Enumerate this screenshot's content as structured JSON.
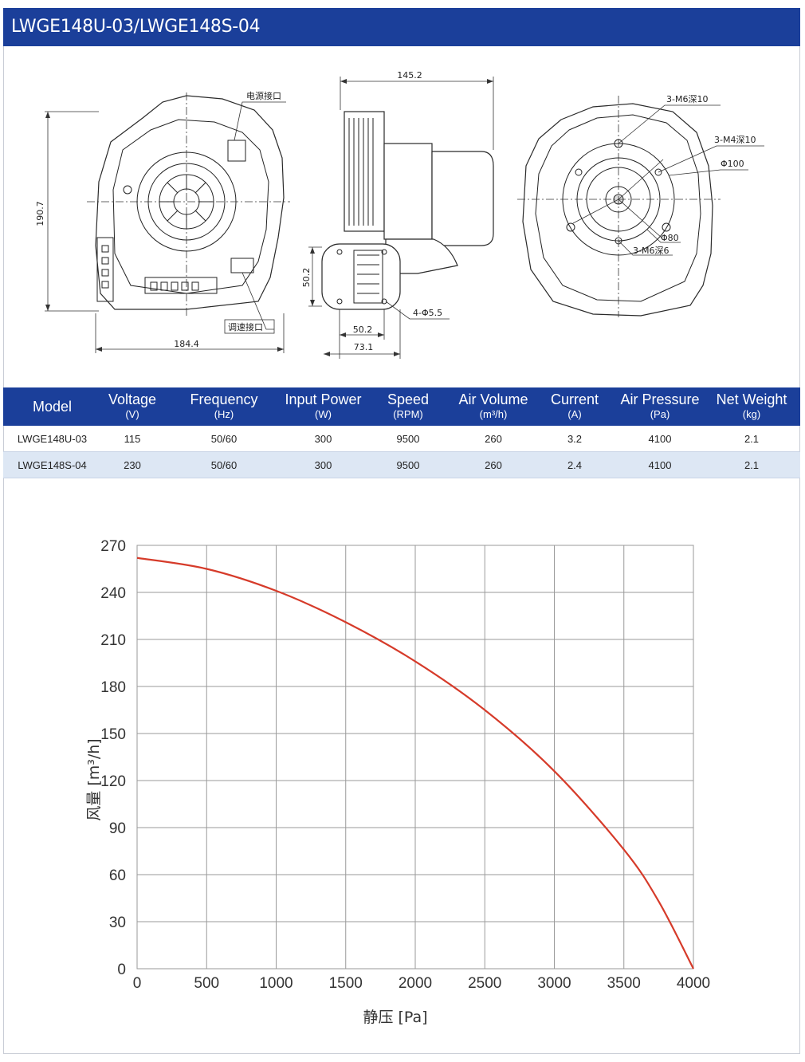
{
  "title": "LWGE148U-03/LWGE148S-04",
  "drawing": {
    "front_dims": {
      "height": "190.7",
      "width": "184.4"
    },
    "front_callouts": {
      "power_port": "电源接口",
      "speed_port": "调速接口"
    },
    "side_dims": {
      "length": "145.2",
      "height": "50.2",
      "width1": "50.2",
      "width2": "73.1",
      "holes": "4-Φ5.5"
    },
    "rear_callouts": {
      "m6_top": "3-M6深10",
      "m4": "3-M4深10",
      "phi100": "Φ100",
      "phi80": "Φ80",
      "m6_bottom": "3-M6深6"
    }
  },
  "table": {
    "headers": [
      {
        "label": "Model",
        "unit": ""
      },
      {
        "label": "Voltage",
        "unit": "(V)"
      },
      {
        "label": "Frequency",
        "unit": "(Hz)"
      },
      {
        "label": "Input Power",
        "unit": "(W)"
      },
      {
        "label": "Speed",
        "unit": "(RPM)"
      },
      {
        "label": "Air Volume",
        "unit": "(m³/h)"
      },
      {
        "label": "Current",
        "unit": "(A)"
      },
      {
        "label": "Air Pressure",
        "unit": "(Pa)"
      },
      {
        "label": "Net Weight",
        "unit": "(kg)"
      }
    ],
    "rows": [
      [
        "LWGE148U-03",
        "115",
        "50/60",
        "300",
        "9500",
        "260",
        "3.2",
        "4100",
        "2.1"
      ],
      [
        "LWGE148S-04",
        "230",
        "50/60",
        "300",
        "9500",
        "260",
        "2.4",
        "4100",
        "2.1"
      ]
    ]
  },
  "chart_data": {
    "type": "line",
    "title": "",
    "xlabel": "静压 [Pa]",
    "ylabel": "风量 [m³/h]",
    "xlim": [
      0,
      4000
    ],
    "ylim": [
      0,
      270
    ],
    "x_ticks": [
      "0",
      "500",
      "1000",
      "1500",
      "2000",
      "2500",
      "3000",
      "3500",
      "4000"
    ],
    "y_ticks": [
      "0",
      "30",
      "60",
      "90",
      "120",
      "150",
      "180",
      "210",
      "240",
      "270"
    ],
    "grid": true,
    "line_color": "#d63b2a",
    "series": [
      {
        "x": [
          0,
          500,
          1000,
          1500,
          2000,
          2500,
          3000,
          3500,
          3750,
          4000
        ],
        "y": [
          262,
          255,
          241,
          221,
          196,
          165,
          126,
          76,
          43,
          0
        ]
      }
    ]
  },
  "colors": {
    "brand": "#1b3f9a",
    "row_alt": "#dde7f4",
    "curve": "#d63b2a"
  }
}
